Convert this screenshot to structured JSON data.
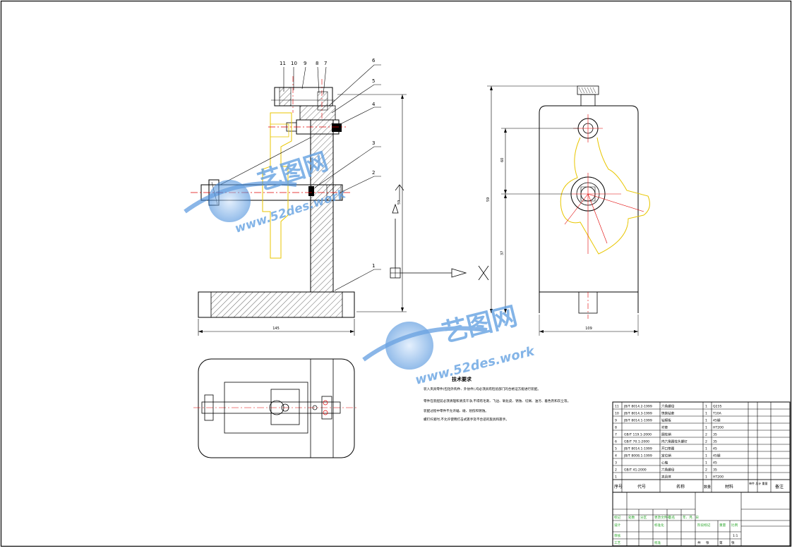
{
  "balloons": [
    "11",
    "10",
    "9",
    "8",
    "7",
    "6",
    "5",
    "4",
    "3",
    "2",
    "1"
  ],
  "dimensions": {
    "base_length": "145",
    "side_width": "109",
    "height_total": "59",
    "hole_upper": "60",
    "hole_lower": "37"
  },
  "tech_req": {
    "title": "技术要求",
    "lines": [
      "装入夹具零件(包括外购件、外协件),均必须具有检验部门的合格证方能进行装配。",
      "零件在装配前必须清理和清洗干净,不得有毛刺、飞边、氧化皮、锈蚀、切屑、油污、着色剂和灰尘等。",
      "装配过程中零件不允许磕、碰、划伤和锈蚀。",
      "螺钉拧紧时,不允许使用打击式扳手及不合适的旋具和扳手。"
    ]
  },
  "bom": {
    "rows": [
      {
        "no": "11",
        "code": "JB/T 8014.2-1999",
        "name": "六角螺母",
        "qty": "1",
        "material": "Q235",
        "note": ""
      },
      {
        "no": "10",
        "code": "JB/T 8014.3-1999",
        "name": "快换钻套",
        "qty": "1",
        "material": "T10A",
        "note": ""
      },
      {
        "no": "9",
        "code": "JB/T 8014.1-1999",
        "name": "钻模板",
        "qty": "1",
        "material": "45钢",
        "note": ""
      },
      {
        "no": "8",
        "code": "",
        "name": "衬套",
        "qty": "1",
        "material": "HT200",
        "note": ""
      },
      {
        "no": "7",
        "code": "GB/T 119.1-2000",
        "name": "圆柱销",
        "qty": "2",
        "material": "35",
        "note": ""
      },
      {
        "no": "6",
        "code": "GB/T 70.1-2000",
        "name": "内六角圆柱头螺钉",
        "qty": "2",
        "material": "35",
        "note": ""
      },
      {
        "no": "5",
        "code": "JB/T 8014.1-1999",
        "name": "开口垫圈",
        "qty": "1",
        "material": "45",
        "note": ""
      },
      {
        "no": "4",
        "code": "JB/T 8008.1-1999",
        "name": "定位销",
        "qty": "1",
        "material": "45钢",
        "note": ""
      },
      {
        "no": "3",
        "code": "",
        "name": "心轴",
        "qty": "1",
        "material": "45",
        "note": ""
      },
      {
        "no": "2",
        "code": "GB/T 41-2000",
        "name": "六角螺母",
        "qty": "2",
        "material": "35",
        "note": ""
      },
      {
        "no": "1",
        "code": "",
        "name": "夹具体",
        "qty": "1",
        "material": "HT200",
        "note": ""
      }
    ],
    "header": {
      "no": "序号",
      "code": "代号",
      "name": "名称",
      "qty": "数量",
      "material": "材料",
      "weight": "单件 总计 重量",
      "note": "备注"
    }
  },
  "title_block": {
    "row1": [
      "标记",
      "处数",
      "分区",
      "更改文件号",
      "签名",
      "年、月、日"
    ],
    "row2": [
      "设计",
      "",
      "标准化",
      "",
      "阶段标记",
      "重量",
      "比例"
    ],
    "row3": [
      "审核",
      "",
      "",
      "",
      "",
      "",
      "1:1"
    ],
    "row4": [
      "工艺",
      "",
      "批准",
      "",
      "共",
      "张",
      "第",
      "张"
    ]
  },
  "watermark": {
    "brand": "艺图网",
    "url_top": "www.52des.work",
    "url_bottom": "www.52des.work"
  },
  "colors": {
    "line": "#000000",
    "part": "#e8c600",
    "center": "#e00000",
    "green": "#2aa52a",
    "watermark": "#5a9be0"
  }
}
